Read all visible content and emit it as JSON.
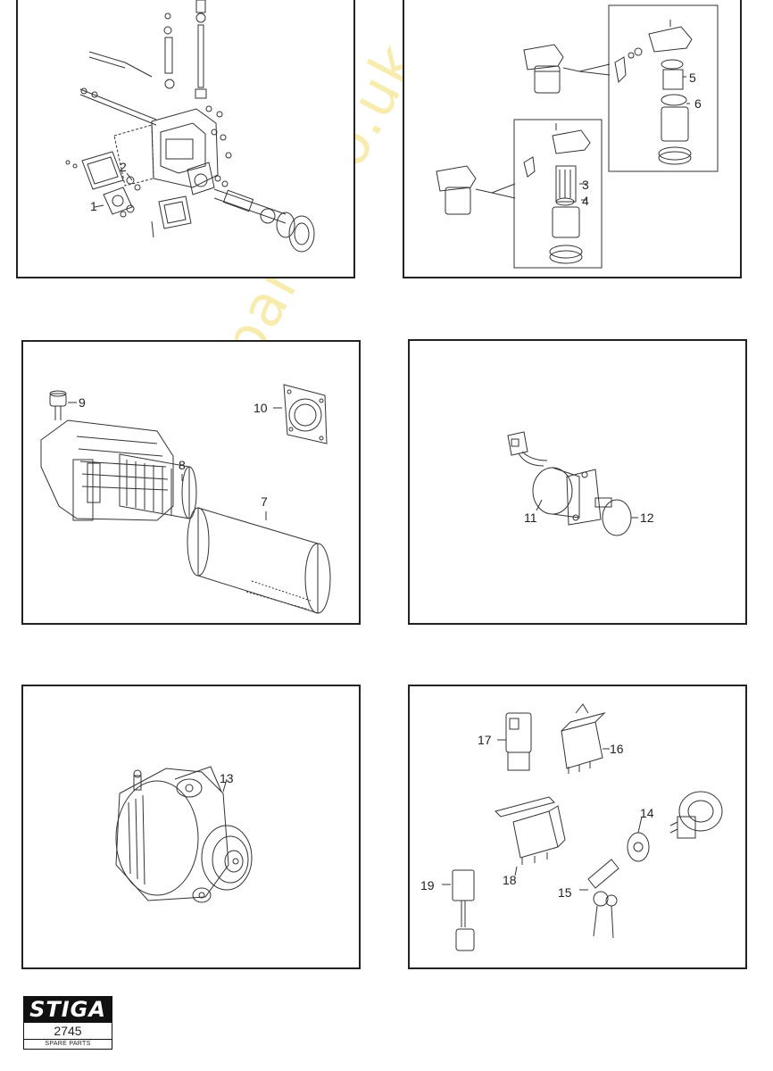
{
  "watermark": "stigaspares.co.uk",
  "panels": {
    "injection_pump": {
      "callouts": [
        "1",
        "2"
      ]
    },
    "fuel_filter": {
      "callouts": [
        "3",
        "4",
        "5",
        "6"
      ]
    },
    "air_cleaner": {
      "callouts": [
        "7",
        "8",
        "9",
        "10"
      ]
    },
    "solenoid": {
      "callouts": [
        "11",
        "12"
      ]
    },
    "alternator": {
      "callouts": [
        "13"
      ]
    },
    "electrical": {
      "callouts": [
        "14",
        "15",
        "16",
        "17",
        "18",
        "19"
      ]
    }
  },
  "brand": {
    "logo_text": "STIGA",
    "document_number": "2745",
    "subtitle": "SPARE PARTS"
  }
}
